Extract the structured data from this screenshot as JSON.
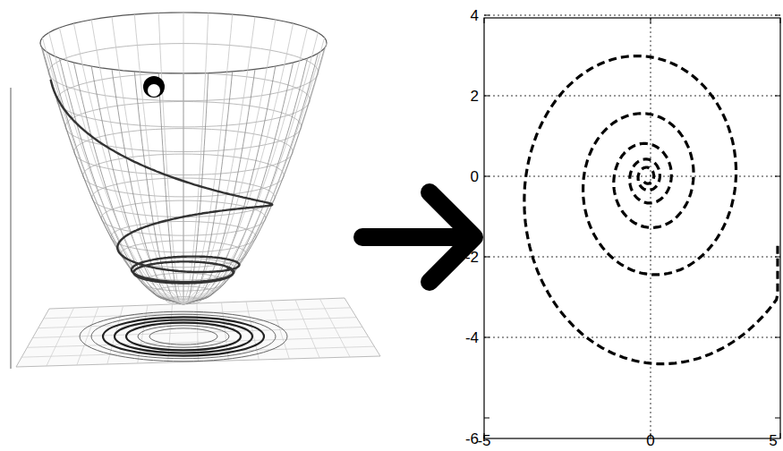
{
  "diagram": {
    "labels": [
      "4",
      "2",
      "0",
      "-2",
      "-4",
      "-6",
      "-5",
      "0",
      "5"
    ]
  }
}
